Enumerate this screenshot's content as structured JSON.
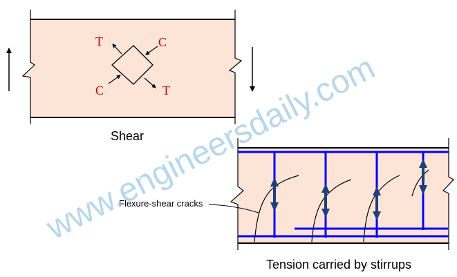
{
  "colors": {
    "beam_fill": "#fce4d6",
    "outline": "#000000",
    "stress_label": "#c00000",
    "rebar": "#0000ff",
    "arrow": "#1f3f7a",
    "watermark": "#9ec9e6"
  },
  "shear_panel": {
    "caption": "Shear",
    "labels": {
      "top_left": "T",
      "top_right": "C",
      "bottom_left": "C",
      "bottom_right": "T"
    }
  },
  "stirrup_panel": {
    "caption": "Tension carried by stirrups",
    "crack_label": "Flexure-shear cracks"
  },
  "watermark": "www.engineersdaily.com"
}
